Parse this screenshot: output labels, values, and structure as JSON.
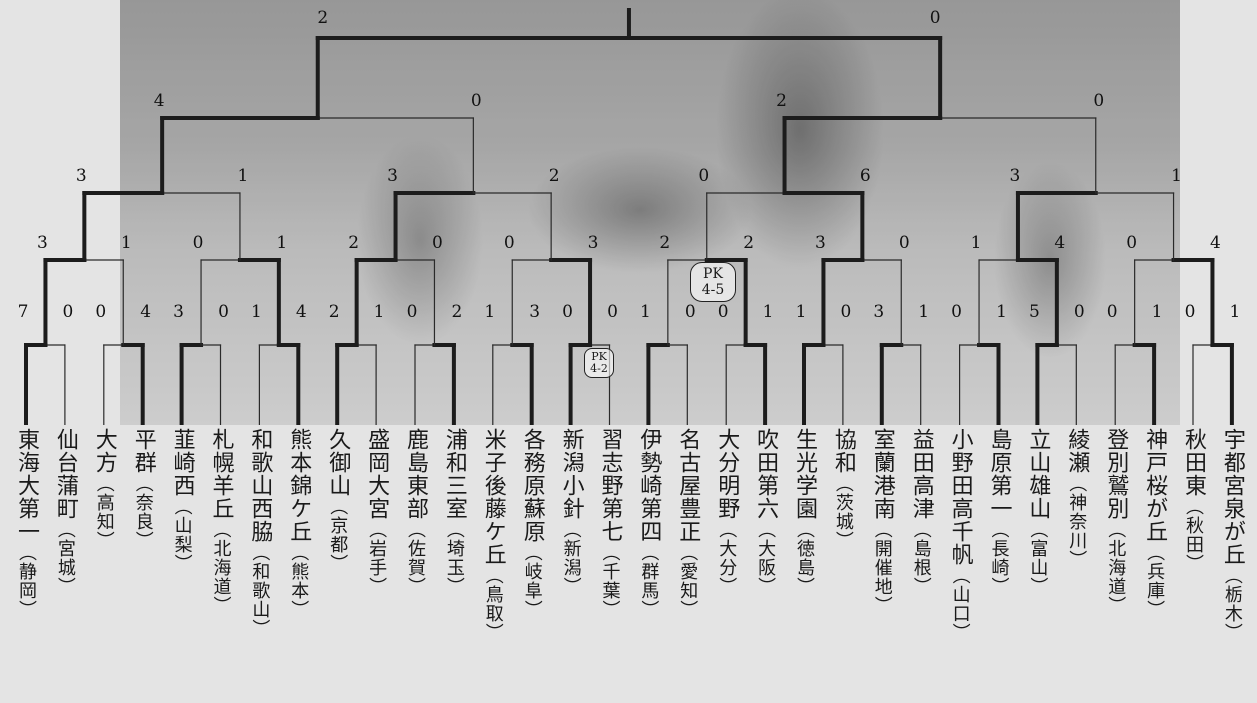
{
  "header": {
    "title": ""
  },
  "teams": [
    {
      "name": "東海大第一",
      "pref": "（静岡）"
    },
    {
      "name": "仙台蒲町",
      "pref": "（宮城）"
    },
    {
      "name": "大方",
      "pref": "（高知）"
    },
    {
      "name": "平群",
      "pref": "（奈良）"
    },
    {
      "name": "韮崎西",
      "pref": "（山梨）"
    },
    {
      "name": "札幌羊丘",
      "pref": "（北海道）"
    },
    {
      "name": "和歌山西脇",
      "pref": "（和歌山）"
    },
    {
      "name": "熊本錦ケ丘",
      "pref": "（熊本）"
    },
    {
      "name": "久御山",
      "pref": "（京都）"
    },
    {
      "name": "盛岡大宮",
      "pref": "（岩手）"
    },
    {
      "name": "鹿島東部",
      "pref": "（佐賀）"
    },
    {
      "name": "浦和三室",
      "pref": "（埼玉）"
    },
    {
      "name": "米子後藤ケ丘",
      "pref": "（鳥取）"
    },
    {
      "name": "各務原蘇原",
      "pref": "（岐阜）"
    },
    {
      "name": "新潟小針",
      "pref": "（新潟）"
    },
    {
      "name": "習志野第七",
      "pref": "（千葉）"
    },
    {
      "name": "伊勢崎第四",
      "pref": "（群馬）"
    },
    {
      "name": "名古屋豊正",
      "pref": "（愛知）"
    },
    {
      "name": "大分明野",
      "pref": "（大分）"
    },
    {
      "name": "吹田第六",
      "pref": "（大阪）"
    },
    {
      "name": "生光学園",
      "pref": "（徳島）"
    },
    {
      "name": "協和",
      "pref": "（茨城）"
    },
    {
      "name": "室蘭港南",
      "pref": "（開催地）"
    },
    {
      "name": "益田高津",
      "pref": "（島根）"
    },
    {
      "name": "小野田高千帆",
      "pref": "（山口）"
    },
    {
      "name": "島原第一",
      "pref": "（長崎）"
    },
    {
      "name": "立山雄山",
      "pref": "（富山）"
    },
    {
      "name": "綾瀬",
      "pref": "（神奈川）"
    },
    {
      "name": "登別鷲別",
      "pref": "（北海道）"
    },
    {
      "name": "神戸桜が丘",
      "pref": "（兵庫）"
    },
    {
      "name": "秋田東",
      "pref": "（秋田）"
    },
    {
      "name": "宇都宮泉が丘",
      "pref": "（栃木）"
    }
  ],
  "rounds": {
    "r1": [
      [
        7,
        0
      ],
      [
        0,
        4
      ],
      [
        3,
        0
      ],
      [
        1,
        4
      ],
      [
        2,
        1
      ],
      [
        0,
        2
      ],
      [
        1,
        3
      ],
      [
        0,
        0
      ],
      [
        1,
        0
      ],
      [
        0,
        1
      ],
      [
        1,
        0
      ],
      [
        3,
        1
      ],
      [
        0,
        1
      ],
      [
        5,
        0
      ],
      [
        0,
        1
      ],
      [
        0,
        1
      ]
    ],
    "r2": [
      [
        3,
        1
      ],
      [
        0,
        1
      ],
      [
        2,
        0
      ],
      [
        0,
        3
      ],
      [
        2,
        2
      ],
      [
        3,
        0
      ],
      [
        1,
        4
      ],
      [
        0,
        4
      ]
    ],
    "r3": [
      [
        3,
        1
      ],
      [
        3,
        2
      ],
      [
        0,
        6
      ],
      [
        3,
        1
      ]
    ],
    "r4": [
      [
        4,
        0
      ],
      [
        2,
        0
      ]
    ],
    "final": [
      2,
      0
    ]
  },
  "pk": [
    {
      "text": "PK 4-2"
    },
    {
      "text": "PK 4-5"
    }
  ],
  "colors": {
    "winner": "#1c1c1c",
    "loser": "#2a2a2a",
    "background": "#e4e4e4"
  }
}
